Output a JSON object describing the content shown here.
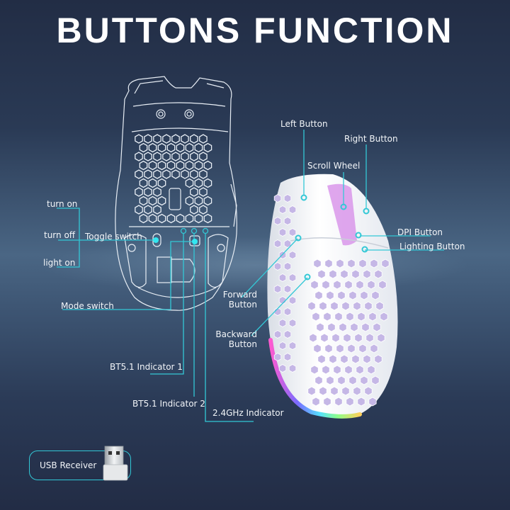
{
  "header": {
    "title": "BUTTONS FUNCTION"
  },
  "colors": {
    "background_top": "#222d45",
    "background_mid": "#4a6684",
    "accent_cyan": "#33c8d6",
    "text": "#ffffff"
  },
  "bottom_view": {
    "toggle_switch": {
      "label": "Toggle switch",
      "positions": [
        "turn on",
        "turn off",
        "light on"
      ]
    },
    "mode_switch": "Mode switch",
    "indicators": [
      "BT5.1 Indicator 1",
      "BT5.1 Indicator 2",
      "2.4GHz Indicator"
    ]
  },
  "top_view": {
    "buttons": [
      "Left Button",
      "Right Button",
      "Scroll Wheel",
      "DPI Button",
      "Lighting Button",
      "Forward Button",
      "Backward Button"
    ],
    "forward_lines": [
      "Forward",
      "Button"
    ],
    "backward_lines": [
      "Backward",
      "Button"
    ]
  },
  "accessory": {
    "label": "USB Receiver",
    "icon": "usb-dongle-icon"
  }
}
